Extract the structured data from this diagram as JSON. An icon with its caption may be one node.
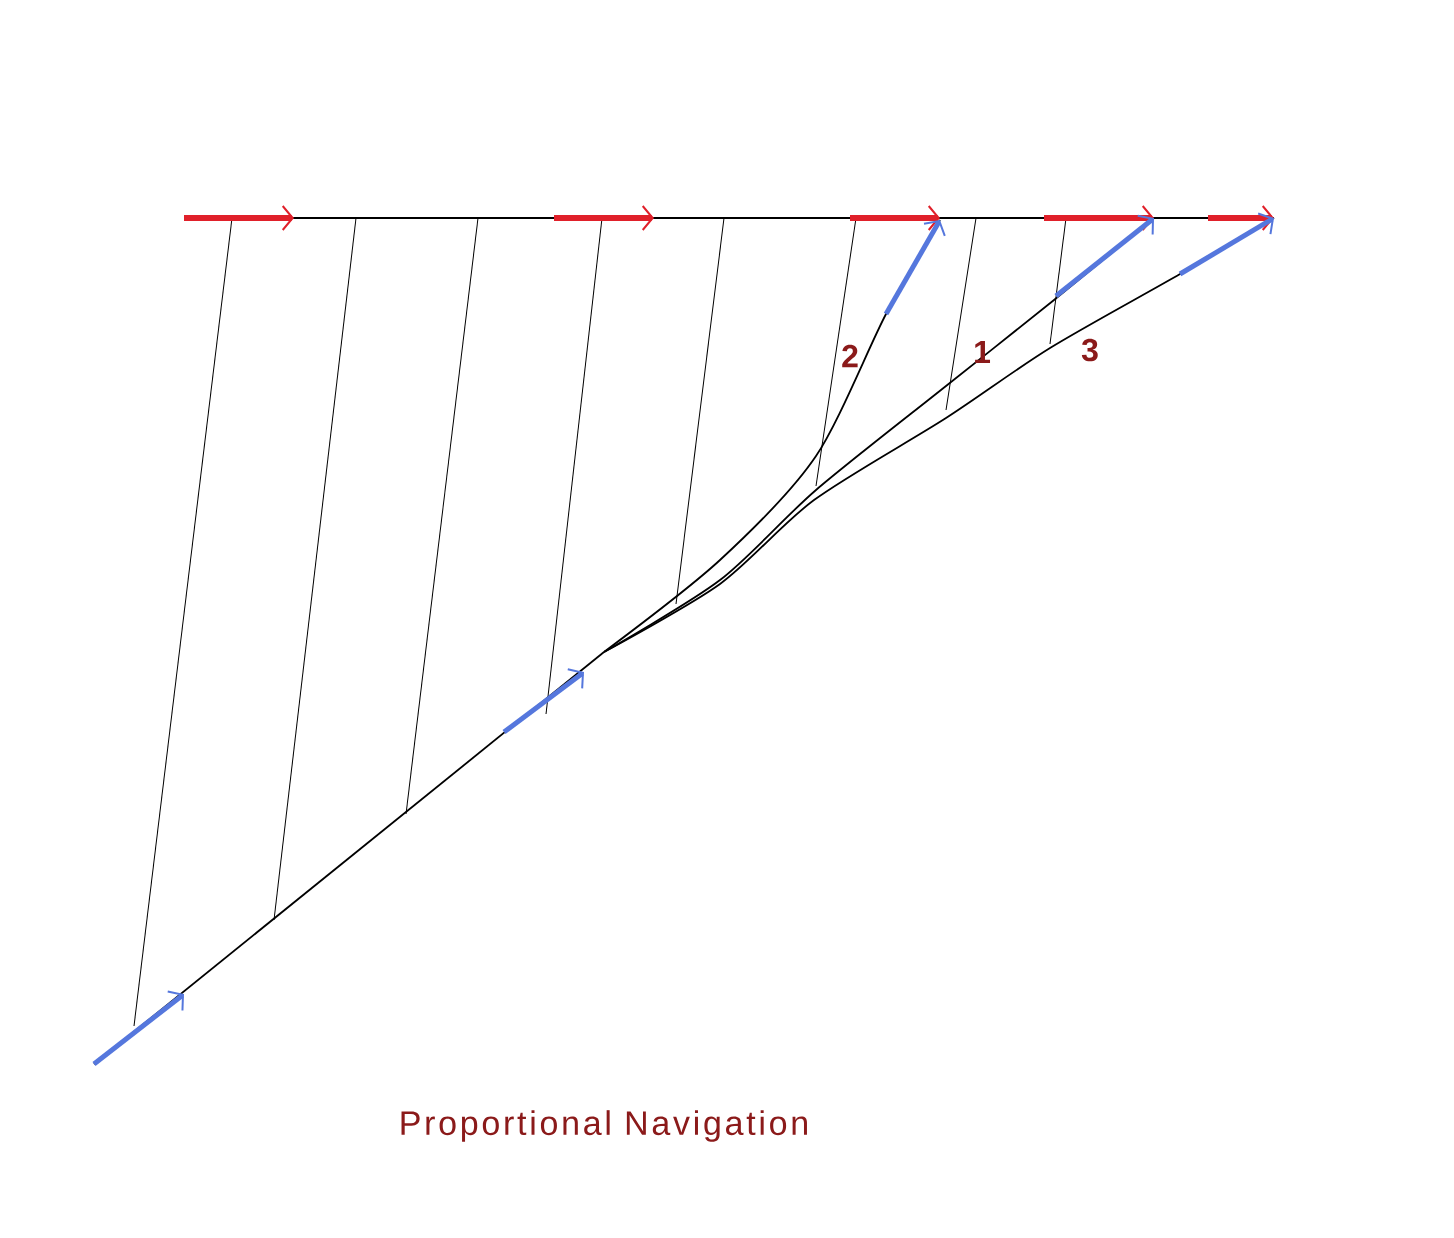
{
  "diagram": {
    "title": "Proportional Navigation",
    "labels": [
      "2",
      "1",
      "3"
    ]
  }
}
